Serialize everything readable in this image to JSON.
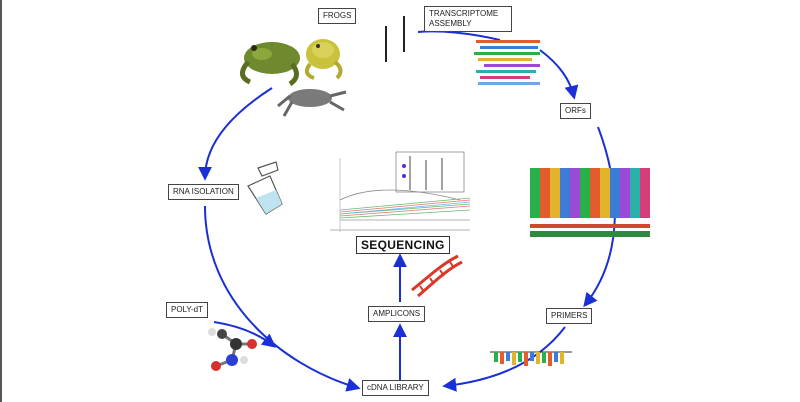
{
  "diagram": {
    "labels": {
      "frogs": "FROGS",
      "transcriptome": "TRANSCRIPTOME ASSEMBLY",
      "orfs": "ORFs",
      "rna_isolation": "RNA ISOLATION",
      "poly_dt": "POLY-dT",
      "primers": "PRIMERS",
      "amplicons": "AMPLICONS",
      "cdna_library": "cDNA LIBRARY",
      "sequencing": "SEQUENCING"
    },
    "colors": {
      "arrow": "#1a2fd6",
      "label_border": "#444444"
    },
    "icons": [
      "frogs-image",
      "transcriptome-alignment-image",
      "orf-alignment-image",
      "tube-icon",
      "poly-dt-molecule-image",
      "primer-logo-image",
      "dna-helix-icon",
      "sequencing-chromatogram-image"
    ]
  }
}
